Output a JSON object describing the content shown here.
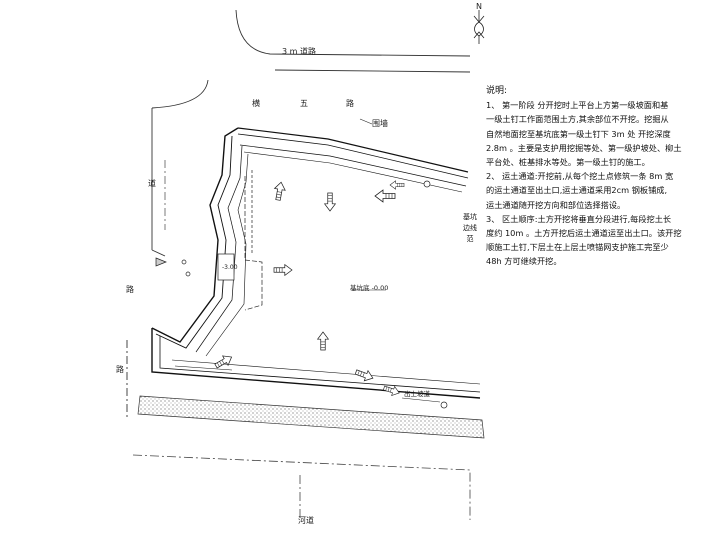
{
  "labels": {
    "road_top": "3 m 道路",
    "road_top_name": [
      "横",
      "五",
      "路"
    ],
    "fence_label": "围墙",
    "road_left": [
      "道",
      "路",
      "路"
    ],
    "road_bottom": "河道",
    "center_label": "基坑底 -0.00",
    "ramp_label": "出土坡道",
    "side_label": [
      "基坑",
      "边线",
      "范"
    ],
    "north": "N",
    "elev_left": "-3.00"
  },
  "notes": {
    "title": "说明:",
    "lines": [
      "1、 第一阶段 分开挖时上平台上方第一级坡面和基",
      "一级土钉工作面范围土方,其余部位不开挖。挖掘从",
      "自然地面挖至基坑底第一级土钉下 3m 处 开挖深度",
      "2.8m 。主要是支护用挖掘等处、第一级护坡处、柳土",
      "平台处、桩基排水等处。第一级土钉的施工。",
      "2、 运土通道:开挖前,从每个挖土点修筑一条 8m 宽",
      "的运土通道至出土口,运土通道采用2cm 钢板铺成,",
      "运土通道随开挖方向和部位选择搭设。",
      "3、 区土顺序:土方开挖将垂直分段进行,每段挖土长",
      "度约 10m 。土方开挖后运土通道运至出土口。该开挖",
      "顺施工土钉,下层土在上层土喷锚网支护施工完至少",
      "48h 方可继续开挖。"
    ]
  },
  "icons": {
    "north_arrow": "north-arrow-icon",
    "flow_arrow": "excavation-direction-arrow-icon"
  }
}
